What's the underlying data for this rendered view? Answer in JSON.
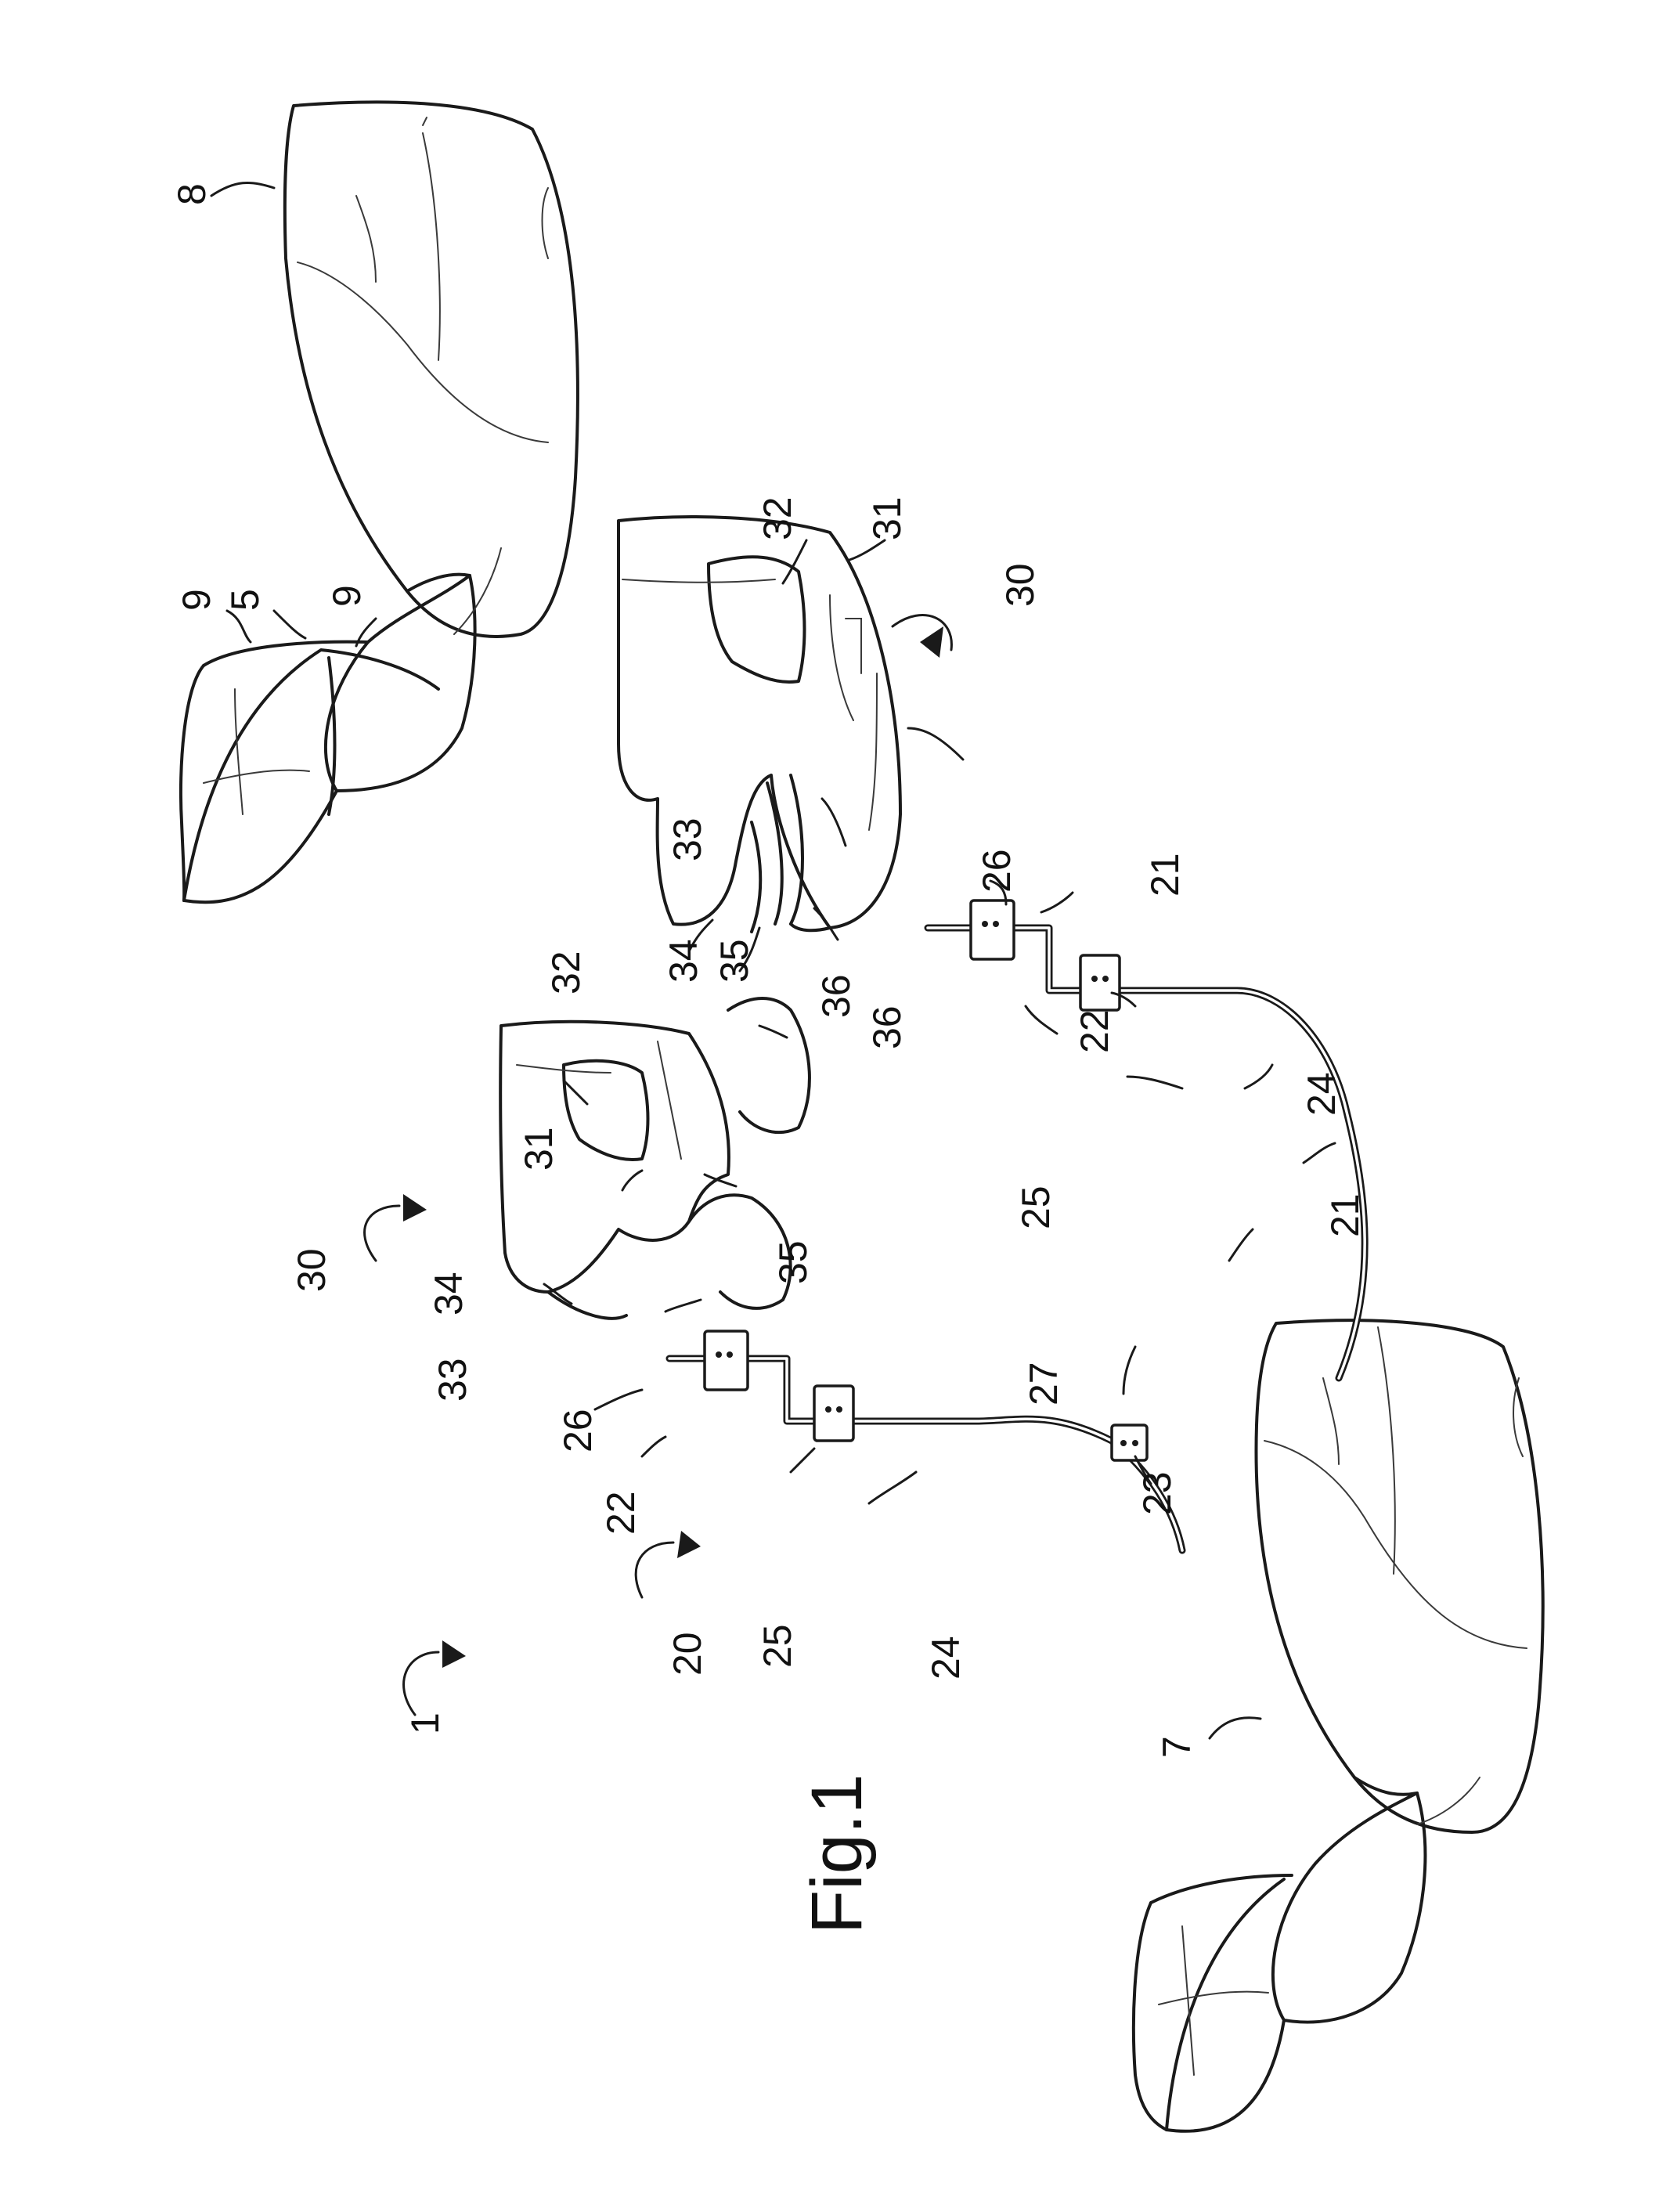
{
  "figure_label": "Fig.1",
  "labels": {
    "l1": "1",
    "l5": "5",
    "l7": "7",
    "l8": "8",
    "l9a": "9",
    "l9b": "9",
    "l20": "20",
    "l21a": "21",
    "l21b": "21",
    "l22a": "22",
    "l22b": "22",
    "l23": "23",
    "l24a": "24",
    "l24b": "24",
    "l25a": "25",
    "l25b": "25",
    "l26a": "26",
    "l26b": "26",
    "l27": "27",
    "l30a": "30",
    "l30b": "30",
    "l31a": "31",
    "l31b": "31",
    "l32a": "32",
    "l32b": "32",
    "l33a": "33",
    "l33b": "33",
    "l34a": "34",
    "l34b": "34",
    "l35a": "35",
    "l35b": "35",
    "l36a": "36",
    "l36b": "36"
  }
}
